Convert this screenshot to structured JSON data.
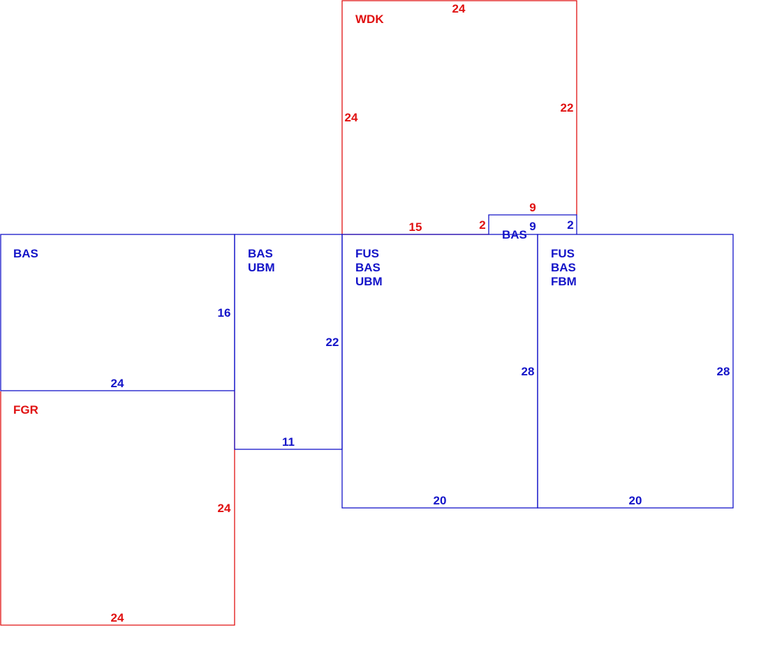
{
  "colors": {
    "living": "#1414c8",
    "other": "#e01010"
  },
  "areas": [
    {
      "id": "wdk",
      "kind": "other",
      "codes": [
        "WDK"
      ],
      "dims": [
        "24",
        "24",
        "22"
      ]
    },
    {
      "id": "wdk-notch",
      "kind": "other",
      "codes": [],
      "dims": [
        "15",
        "2",
        "9"
      ]
    },
    {
      "id": "bas-bump",
      "kind": "living",
      "codes": [
        "BAS"
      ],
      "dims": [
        "9",
        "2"
      ]
    },
    {
      "id": "bas-left",
      "kind": "living",
      "codes": [
        "BAS"
      ],
      "dims": [
        "16",
        "24"
      ]
    },
    {
      "id": "fgr",
      "kind": "other",
      "codes": [
        "FGR"
      ],
      "dims": [
        "24",
        "24"
      ]
    },
    {
      "id": "bas-ubm",
      "kind": "living",
      "codes": [
        "BAS",
        "UBM"
      ],
      "dims": [
        "22",
        "11"
      ]
    },
    {
      "id": "fus-bas-ubm",
      "kind": "living",
      "codes": [
        "FUS",
        "BAS",
        "UBM"
      ],
      "dims": [
        "28",
        "20"
      ]
    },
    {
      "id": "fus-bas-fbm",
      "kind": "living",
      "codes": [
        "FUS",
        "BAS",
        "FBM"
      ],
      "dims": [
        "28",
        "20"
      ]
    }
  ]
}
